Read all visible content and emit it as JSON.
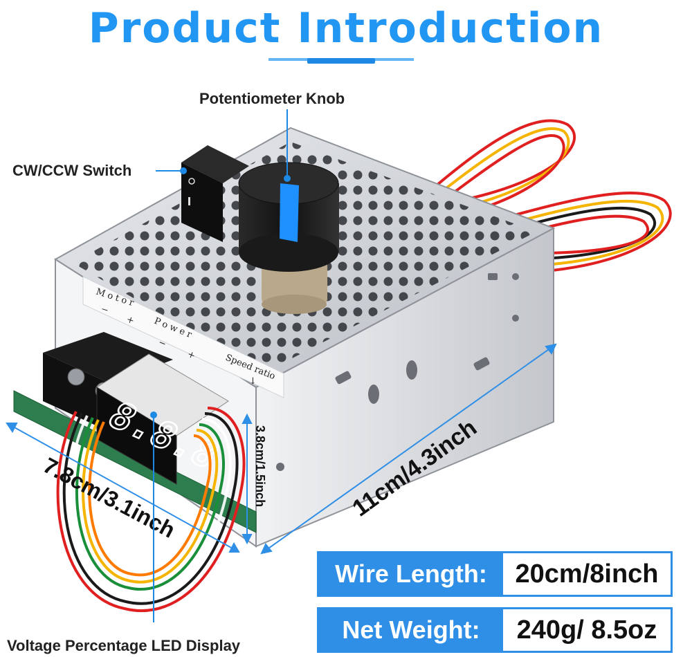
{
  "title": "Product Introduction",
  "callouts": {
    "potentiometer": "Potentiometer Knob",
    "switch": "CW/CCW Switch",
    "led_display": "Voltage Percentage LED Display"
  },
  "panel_labels": {
    "motor": "Motor",
    "power": "Power",
    "speed_ratio": "Speed ratio",
    "minus": "−",
    "plus": "+",
    "down_arrow": "↓"
  },
  "led_digits": "8.8.8",
  "dimensions": {
    "length": "11cm/4.3inch",
    "width": "7.8cm/3.1inch",
    "height": "3.8cm/1.5inch"
  },
  "specs": [
    {
      "label": "Wire Length:",
      "value": "20cm/8inch"
    },
    {
      "label": "Net Weight:",
      "value": "240g/ 8.5oz"
    }
  ],
  "colors": {
    "accent_blue": "#2f8fe6",
    "title_blue": "#2196f3",
    "wire_red": "#e02020",
    "wire_yellow": "#f4b400",
    "wire_black": "#1a1a1a",
    "metal": "#c9ccd1"
  }
}
